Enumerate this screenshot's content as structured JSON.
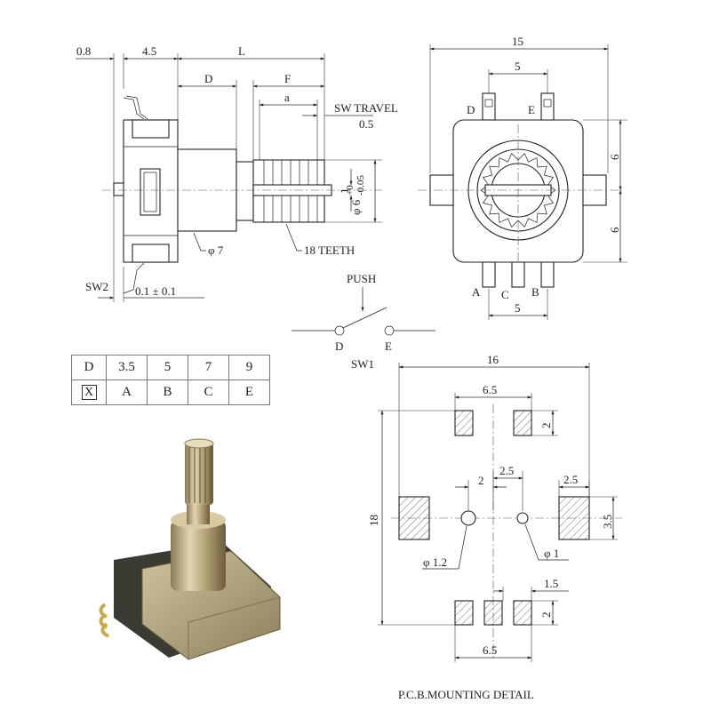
{
  "side_view": {
    "dims": {
      "d0_8": "0.8",
      "d4_5": "4.5",
      "L": "L",
      "D": "D",
      "F": "F",
      "a": "a",
      "sw_travel": "SW TRAVEL",
      "sw_travel_val": "0.5",
      "phi6_main": "φ 6",
      "phi6_tol_top": "+0",
      "phi6_tol_bot": "-0.05",
      "one": "1",
      "phi7": "φ 7",
      "teeth": "18 TEETH",
      "sw2": "SW2",
      "tol": "0.1 ± 0.1"
    }
  },
  "front_view": {
    "dims": {
      "width": "15",
      "top_pitch": "5",
      "bottom_pitch": "5",
      "upper_half": "6",
      "lower_half": "6"
    },
    "pins": {
      "D": "D",
      "E": "E",
      "A": "A",
      "C": "C",
      "B": "B"
    }
  },
  "switch_schematic": {
    "push": "PUSH",
    "node_left": "D",
    "node_right": "E",
    "name": "SW1"
  },
  "code_table": {
    "header": [
      "D",
      "3.5",
      "5",
      "7",
      "9"
    ],
    "row": [
      "X",
      "A",
      "B",
      "C",
      "E"
    ]
  },
  "pcb": {
    "dims": {
      "overall_width": "16",
      "top_span": "6.5",
      "top_pad_h": "2",
      "hole_offset": "2",
      "hole_spacing": "2.5",
      "side_pad_w": "2.5",
      "side_pad_h": "3.5",
      "overall_height": "18",
      "hole_big": "φ 1.2",
      "hole_small": "φ 1",
      "bottom_pitch": "1.5",
      "bottom_pad_h": "2",
      "bottom_span": "6.5"
    },
    "caption": "P.C.B.MOUNTING DETAIL"
  },
  "colors": {
    "line": "#222222",
    "photo_metal": "#b8a67a",
    "photo_body": "#3b3b33"
  }
}
